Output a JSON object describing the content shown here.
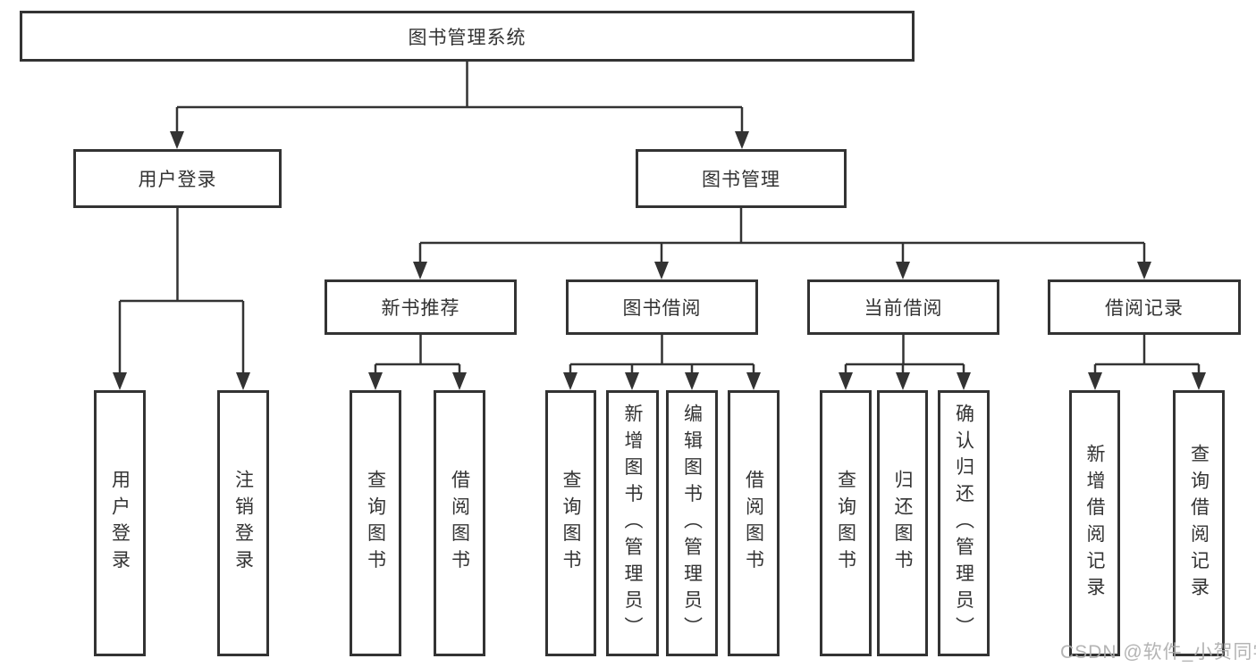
{
  "colors": {
    "line": "#333333",
    "text": "#333333",
    "box_background": "#ffffff",
    "watermark": "#acacac"
  },
  "watermark": {
    "text": "CSDN @软件_小贺同学"
  },
  "tree": {
    "root": {
      "label": "图书管理系统",
      "children": [
        {
          "label": "用户登录",
          "children": [
            {
              "label": "用户登录"
            },
            {
              "label": "注销登录"
            }
          ]
        },
        {
          "label": "图书管理",
          "children": [
            {
              "label": "新书推荐",
              "children": [
                {
                  "label": "查询图书"
                },
                {
                  "label": "借阅图书"
                }
              ]
            },
            {
              "label": "图书借阅",
              "children": [
                {
                  "label": "查询图书"
                },
                {
                  "label": "新增图书（管理员）"
                },
                {
                  "label": "编辑图书（管理员）"
                },
                {
                  "label": "借阅图书"
                }
              ]
            },
            {
              "label": "当前借阅",
              "children": [
                {
                  "label": "查询图书"
                },
                {
                  "label": "归还图书"
                },
                {
                  "label": "确认归还（管理员）"
                }
              ]
            },
            {
              "label": "借阅记录",
              "children": [
                {
                  "label": "新增借阅记录"
                },
                {
                  "label": "查询借阅记录"
                }
              ]
            }
          ]
        }
      ]
    }
  }
}
